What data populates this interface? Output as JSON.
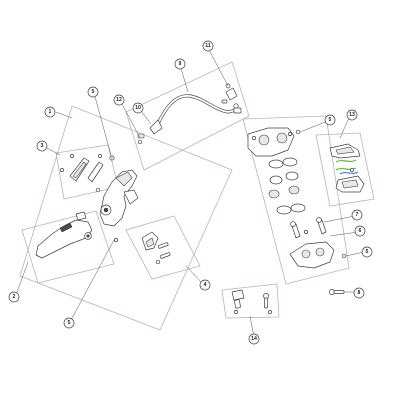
{
  "diagram": {
    "type": "exploded-parts-diagram",
    "colors": {
      "group_outline": "#c4aac9",
      "line": "#3f3f3f",
      "spring_green": "#5cbf3a",
      "spring_blue": "#3a7bd5"
    },
    "callouts": [
      {
        "id": "c1",
        "label": "1"
      },
      {
        "id": "c2",
        "label": "2"
      },
      {
        "id": "c3",
        "label": "3"
      },
      {
        "id": "c4",
        "label": "4"
      },
      {
        "id": "c5a",
        "label": "5"
      },
      {
        "id": "c5b",
        "label": "5"
      },
      {
        "id": "c5c",
        "label": "5"
      },
      {
        "id": "c5d",
        "label": "5"
      },
      {
        "id": "c6",
        "label": "6"
      },
      {
        "id": "c7",
        "label": "7"
      },
      {
        "id": "c8",
        "label": "8"
      },
      {
        "id": "c9",
        "label": "9"
      },
      {
        "id": "c10",
        "label": "10"
      },
      {
        "id": "c11",
        "label": "11"
      },
      {
        "id": "c12",
        "label": "12"
      },
      {
        "id": "c13",
        "label": "13"
      },
      {
        "id": "c14",
        "label": "14"
      }
    ]
  }
}
